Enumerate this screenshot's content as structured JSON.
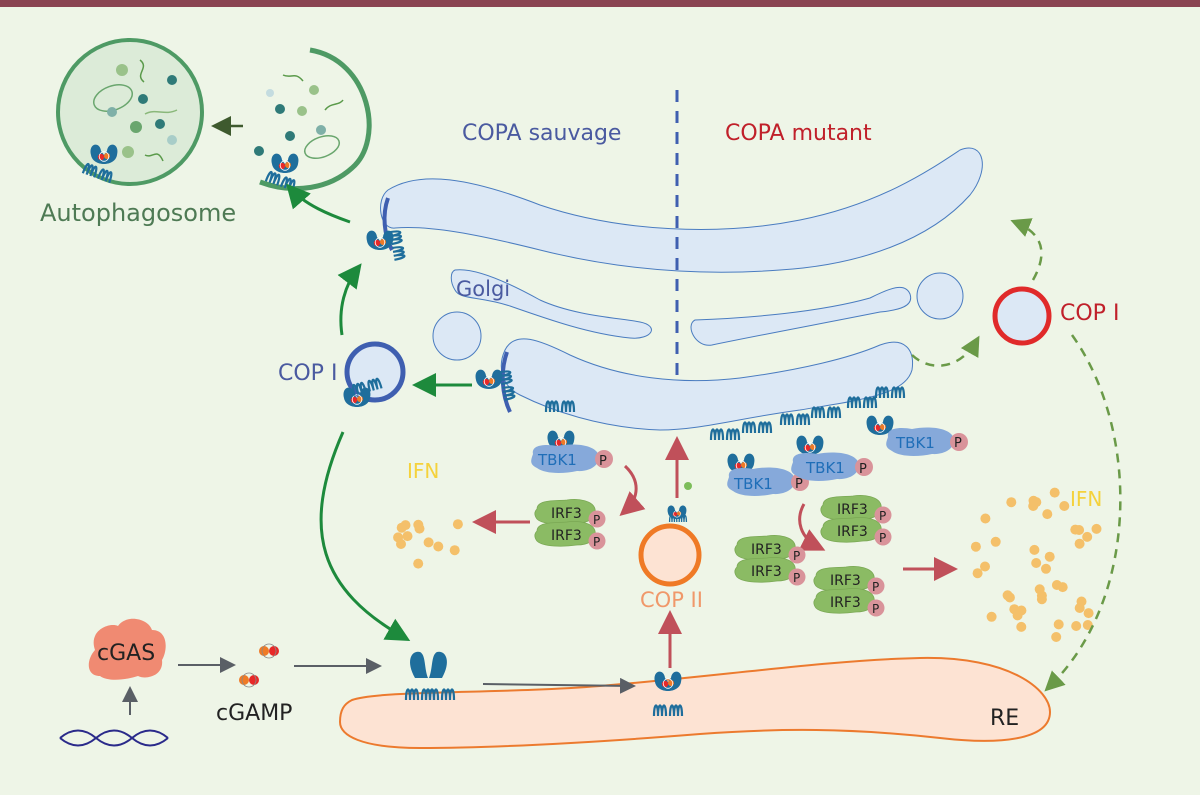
{
  "labels": {
    "autophagosome": "Autophagosome",
    "copa_wild": "COPA sauvage",
    "copa_mutant": "COPA mutant",
    "golgi": "Golgi",
    "cop1_left": "COP I",
    "cop1_right": "COP I",
    "cop2": "COP II",
    "ifn_left": "IFN",
    "ifn_right": "IFN",
    "cgas": "cGAS",
    "cgamp": "cGAMP",
    "er": "RE",
    "tbk1": "TBK1",
    "irf3": "IRF3",
    "phospho": "P"
  },
  "colors": {
    "background": "#eef5e7",
    "top_bar": "#8a4452",
    "golgi_fill": "#dce8f5",
    "golgi_stroke": "#4a7cc0",
    "copa_wild_text": "#4a5aa0",
    "copa_mutant_text": "#c0202a",
    "sting": "#1f6e9c",
    "tbk1_fill": "#86a9da",
    "tbk1_text": "#1f6eb8",
    "irf3_fill": "#8bbb64",
    "phospho_fill": "#d9939a",
    "ifn_dot": "#f4c06a",
    "ifn_text": "#f5d23c",
    "er_fill": "#fde3d3",
    "er_stroke": "#ec7a2e",
    "cgas_fill": "#f08a72",
    "green_arrow": "#1d8a3c",
    "red_arrow": "#c0505a",
    "dashed_arrow": "#6a9a48",
    "gray_arrow": "#5a5f66",
    "autophagosome_green": "#4e9a64",
    "cop1_wild_ring": "#3f5fb0",
    "cop1_mutant_ring": "#e02a2a",
    "cop2_ring": "#ef7a26"
  },
  "ifn_counts": {
    "wild": 12,
    "mutant": 40
  }
}
